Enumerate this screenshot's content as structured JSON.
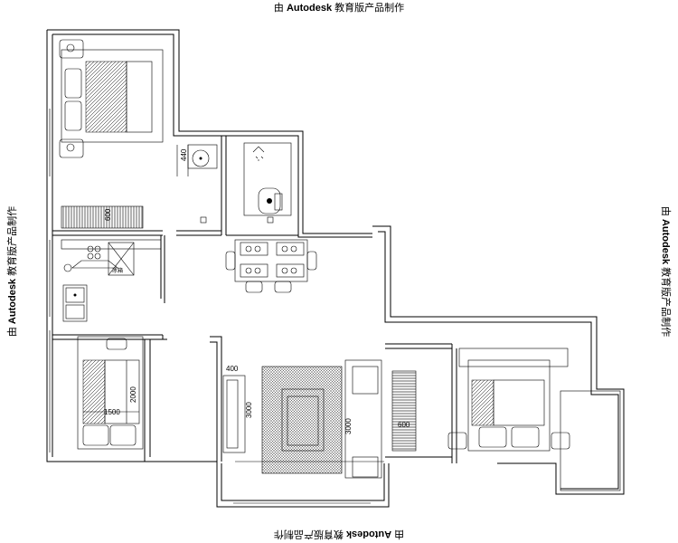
{
  "watermark": {
    "prefix": "由",
    "brand": "Autodesk",
    "suffix": "教育版产品制作"
  },
  "dimensions": {
    "basin_width": "440",
    "wardrobe_depth": "600",
    "fridge_label": "冰箱",
    "bed_left_width": "1500",
    "bed_left_length": "2000",
    "tv_cabinet_depth": "400",
    "tv_wall_length": "3000",
    "sofa_length": "3000",
    "wardrobe_right_depth": "600"
  }
}
